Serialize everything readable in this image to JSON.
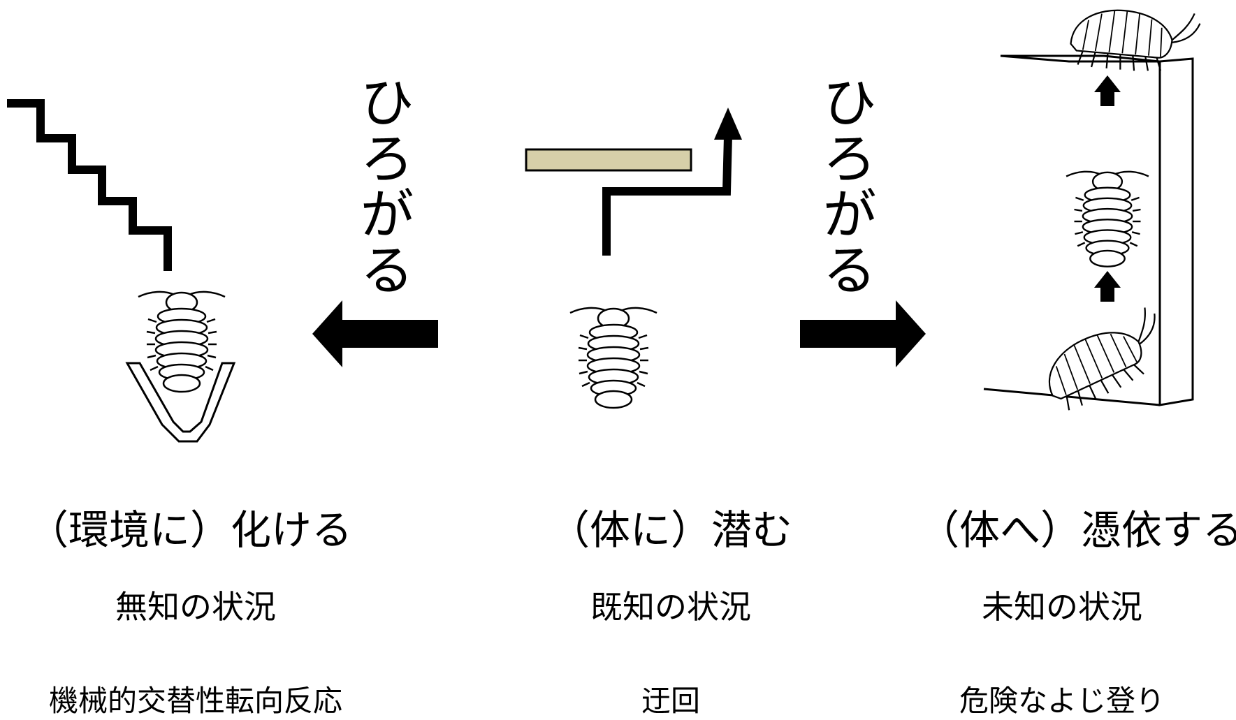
{
  "arrow_labels": {
    "left": "ひろがる",
    "right": "ひろがる"
  },
  "columns": [
    {
      "heading": "（環境に）化ける",
      "situation": "無知の状況",
      "behavior": "機械的交替性転向反応"
    },
    {
      "heading": "（体に）潜む",
      "situation": "既知の状況",
      "behavior": "迂回"
    },
    {
      "heading": "（体へ）憑依する",
      "situation": "未知の状況",
      "behavior": "危険なよじ登り"
    }
  ],
  "colors": {
    "ink": "#000000",
    "barrier": "#d6cfa9",
    "background": "#ffffff"
  }
}
